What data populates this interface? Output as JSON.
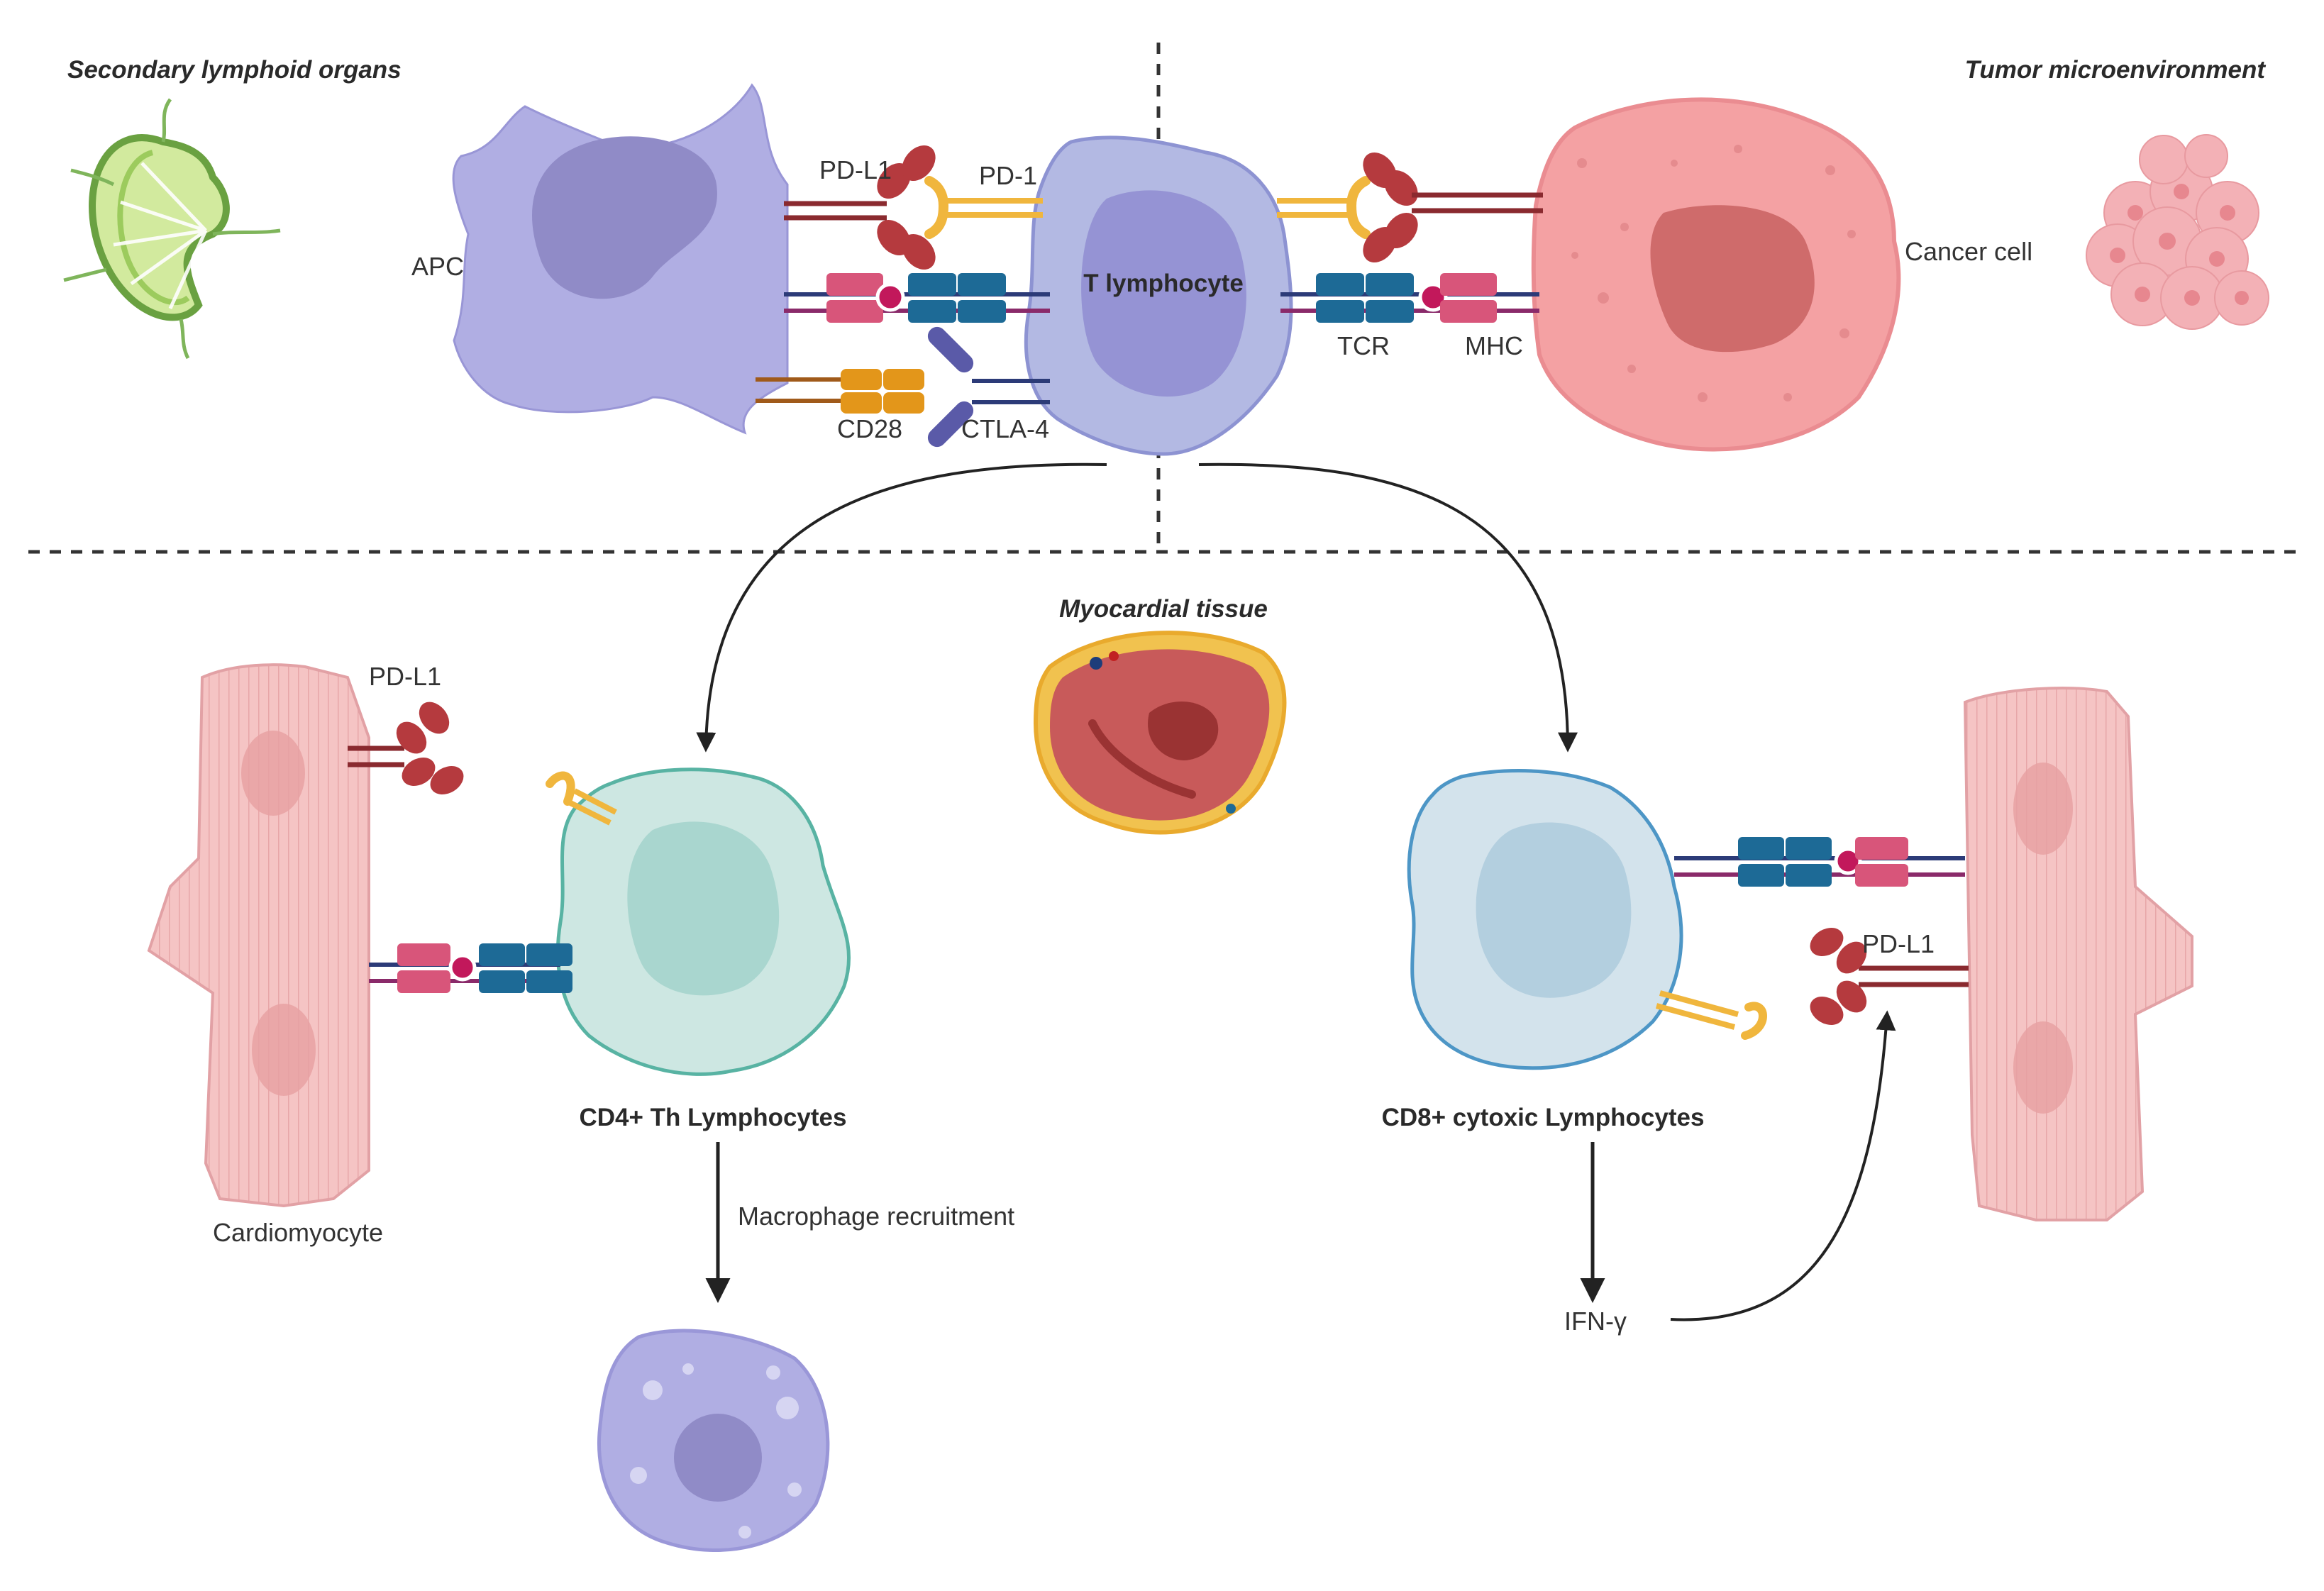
{
  "regions": {
    "secondary_lymphoid": "Secondary lymphoid organs",
    "tumor_micro": "Tumor microenvironment",
    "myocardial": "Myocardial tissue"
  },
  "cells": {
    "apc": "APC",
    "t_lymphocyte": "T lymphocyte",
    "cancer_cell": "Cancer cell",
    "cd4": "CD4+ Th Lymphocytes",
    "cd8": "CD8+ cytoxic Lymphocytes",
    "cardiomyocyte": "Cardiomyocyte"
  },
  "molecules": {
    "pdl1_top": "PD-L1",
    "pd1": "PD-1",
    "cd28": "CD28",
    "ctla4": "CTLA-4",
    "tcr": "TCR",
    "mhc": "MHC",
    "pdl1_left": "PD-L1",
    "pdl1_right": "PD-L1"
  },
  "processes": {
    "macrophage": "Macrophage recruitment",
    "ifng": "IFN-γ"
  },
  "colors": {
    "apc": "#b0aee3",
    "t_cell": "#b3b9e3",
    "cancer": "#f4a1a3",
    "cd4": "#cde7e2",
    "cd8": "#d3e3ec",
    "cardio": "#f5c6c6",
    "pdl1": "#b53a3e",
    "pd1": "#f0b63d",
    "tcr": "#1d6a96",
    "mhc": "#d8557a",
    "cd28": "#e3961a",
    "ctla4": "#5a5aa8"
  }
}
